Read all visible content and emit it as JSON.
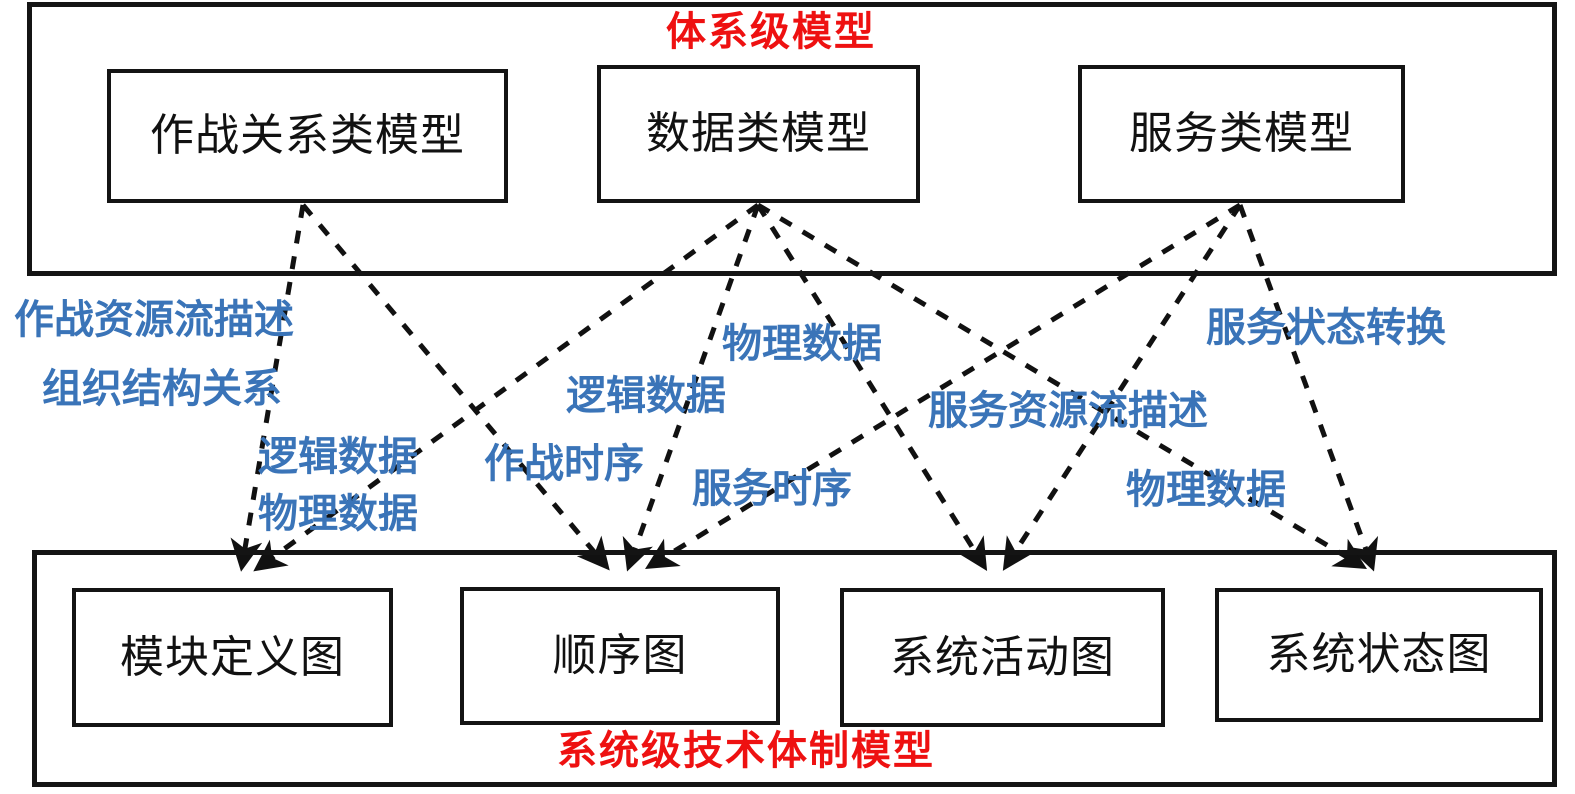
{
  "diagram": {
    "type": "mapping-diagram",
    "title_top": "体系级模型",
    "title_bottom": "系统级技术体制模型",
    "colors": {
      "title_red": "#ee1111",
      "edge_label_blue": "#3a74b8",
      "stroke_black": "#141414",
      "background": "#ffffff"
    }
  },
  "top_section": {
    "title": "体系级模型",
    "title_color": "#ee1111",
    "nodes": [
      {
        "id": "operational-relation-model",
        "label": "作战关系类模型"
      },
      {
        "id": "data-class-model",
        "label": "数据类模型"
      },
      {
        "id": "service-class-model",
        "label": "服务类模型"
      }
    ]
  },
  "bottom_section": {
    "title": "系统级技术体制模型",
    "title_color": "#ee1111",
    "nodes": [
      {
        "id": "block-definition-diagram",
        "label": "模块定义图"
      },
      {
        "id": "sequence-diagram",
        "label": "顺序图"
      },
      {
        "id": "system-activity-diagram",
        "label": "系统活动图"
      },
      {
        "id": "system-state-diagram",
        "label": "系统状态图"
      }
    ]
  },
  "edge_labels": [
    {
      "id": "operational-resource-flow",
      "text": "作战资源流描述"
    },
    {
      "id": "organization-structure-relation",
      "text": "组织结构关系"
    },
    {
      "id": "logical-data-left",
      "text": "逻辑数据"
    },
    {
      "id": "physical-data-left",
      "text": "物理数据"
    },
    {
      "id": "operational-sequence",
      "text": "作战时序"
    },
    {
      "id": "logical-data-center",
      "text": "逻辑数据"
    },
    {
      "id": "physical-data-center",
      "text": "物理数据"
    },
    {
      "id": "service-sequence",
      "text": "服务时序"
    },
    {
      "id": "service-resource-flow",
      "text": "服务资源流描述"
    },
    {
      "id": "physical-data-right",
      "text": "物理数据"
    },
    {
      "id": "service-state-transition",
      "text": "服务状态转换"
    }
  ],
  "connections": [
    {
      "from": "operational-relation-model",
      "to": "block-definition-diagram"
    },
    {
      "from": "operational-relation-model",
      "to": "sequence-diagram"
    },
    {
      "from": "data-class-model",
      "to": "block-definition-diagram"
    },
    {
      "from": "data-class-model",
      "to": "sequence-diagram"
    },
    {
      "from": "data-class-model",
      "to": "system-activity-diagram"
    },
    {
      "from": "data-class-model",
      "to": "system-state-diagram"
    },
    {
      "from": "service-class-model",
      "to": "sequence-diagram"
    },
    {
      "from": "service-class-model",
      "to": "system-activity-diagram"
    },
    {
      "from": "service-class-model",
      "to": "system-state-diagram"
    }
  ]
}
